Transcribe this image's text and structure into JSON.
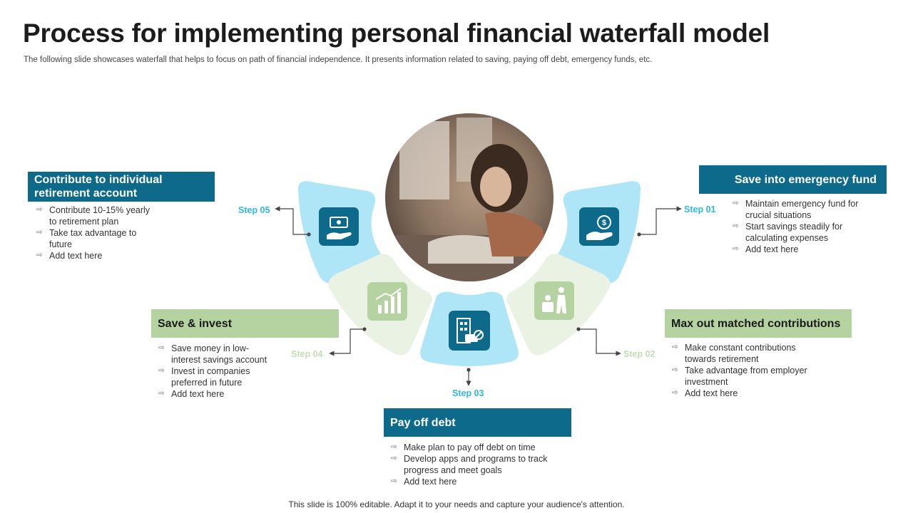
{
  "slide": {
    "title": "Process for implementing personal financial waterfall model",
    "subtitle": "The following slide showcases waterfall that helps to focus on path of financial independence. It presents information related to saving, paying off debt, emergency funds, etc.",
    "footer": "This slide is 100% editable. Adapt it to your needs and capture your audience's attention."
  },
  "colors": {
    "dark_teal": "#0e6a8a",
    "light_blue": "#aee6f8",
    "light_green": "#b5d3a0",
    "pale_green": "#eaf2e4",
    "step_blue": "#2fb8e3",
    "step_green": "#c5dcb6"
  },
  "center_image": {
    "icon": "woman-working-photo"
  },
  "steps": [
    {
      "label": "Step 01",
      "title": "Save into emergency fund",
      "icon": "hand-money-icon",
      "bullets": [
        "Maintain emergency fund for crucial situations",
        "Start savings steadily for calculating expenses",
        "Add text here"
      ]
    },
    {
      "label": "Step 02",
      "title": "Max out matched contributions",
      "icon": "person-savings-icon",
      "bullets": [
        "Make constant contributions towards retirement",
        "Take advantage from employer investment",
        "Add text here"
      ]
    },
    {
      "label": "Step 03",
      "title": "Pay off debt",
      "icon": "building-card-icon",
      "bullets": [
        "Make plan to pay off debt on time",
        "Develop apps and programs to track progress and meet goals",
        "Add text here"
      ]
    },
    {
      "label": "Step 04",
      "title": "Save & invest",
      "icon": "growth-chart-icon",
      "bullets": [
        "Save money in low-interest savings account",
        "Invest in companies preferred in future",
        "Add text here"
      ]
    },
    {
      "label": "Step 05",
      "title": "Contribute to individual retirement account",
      "icon": "cash-hand-icon",
      "bullets": [
        "Contribute 10-15% yearly to retirement plan",
        "Take tax advantage to future",
        "Add text here"
      ]
    }
  ]
}
